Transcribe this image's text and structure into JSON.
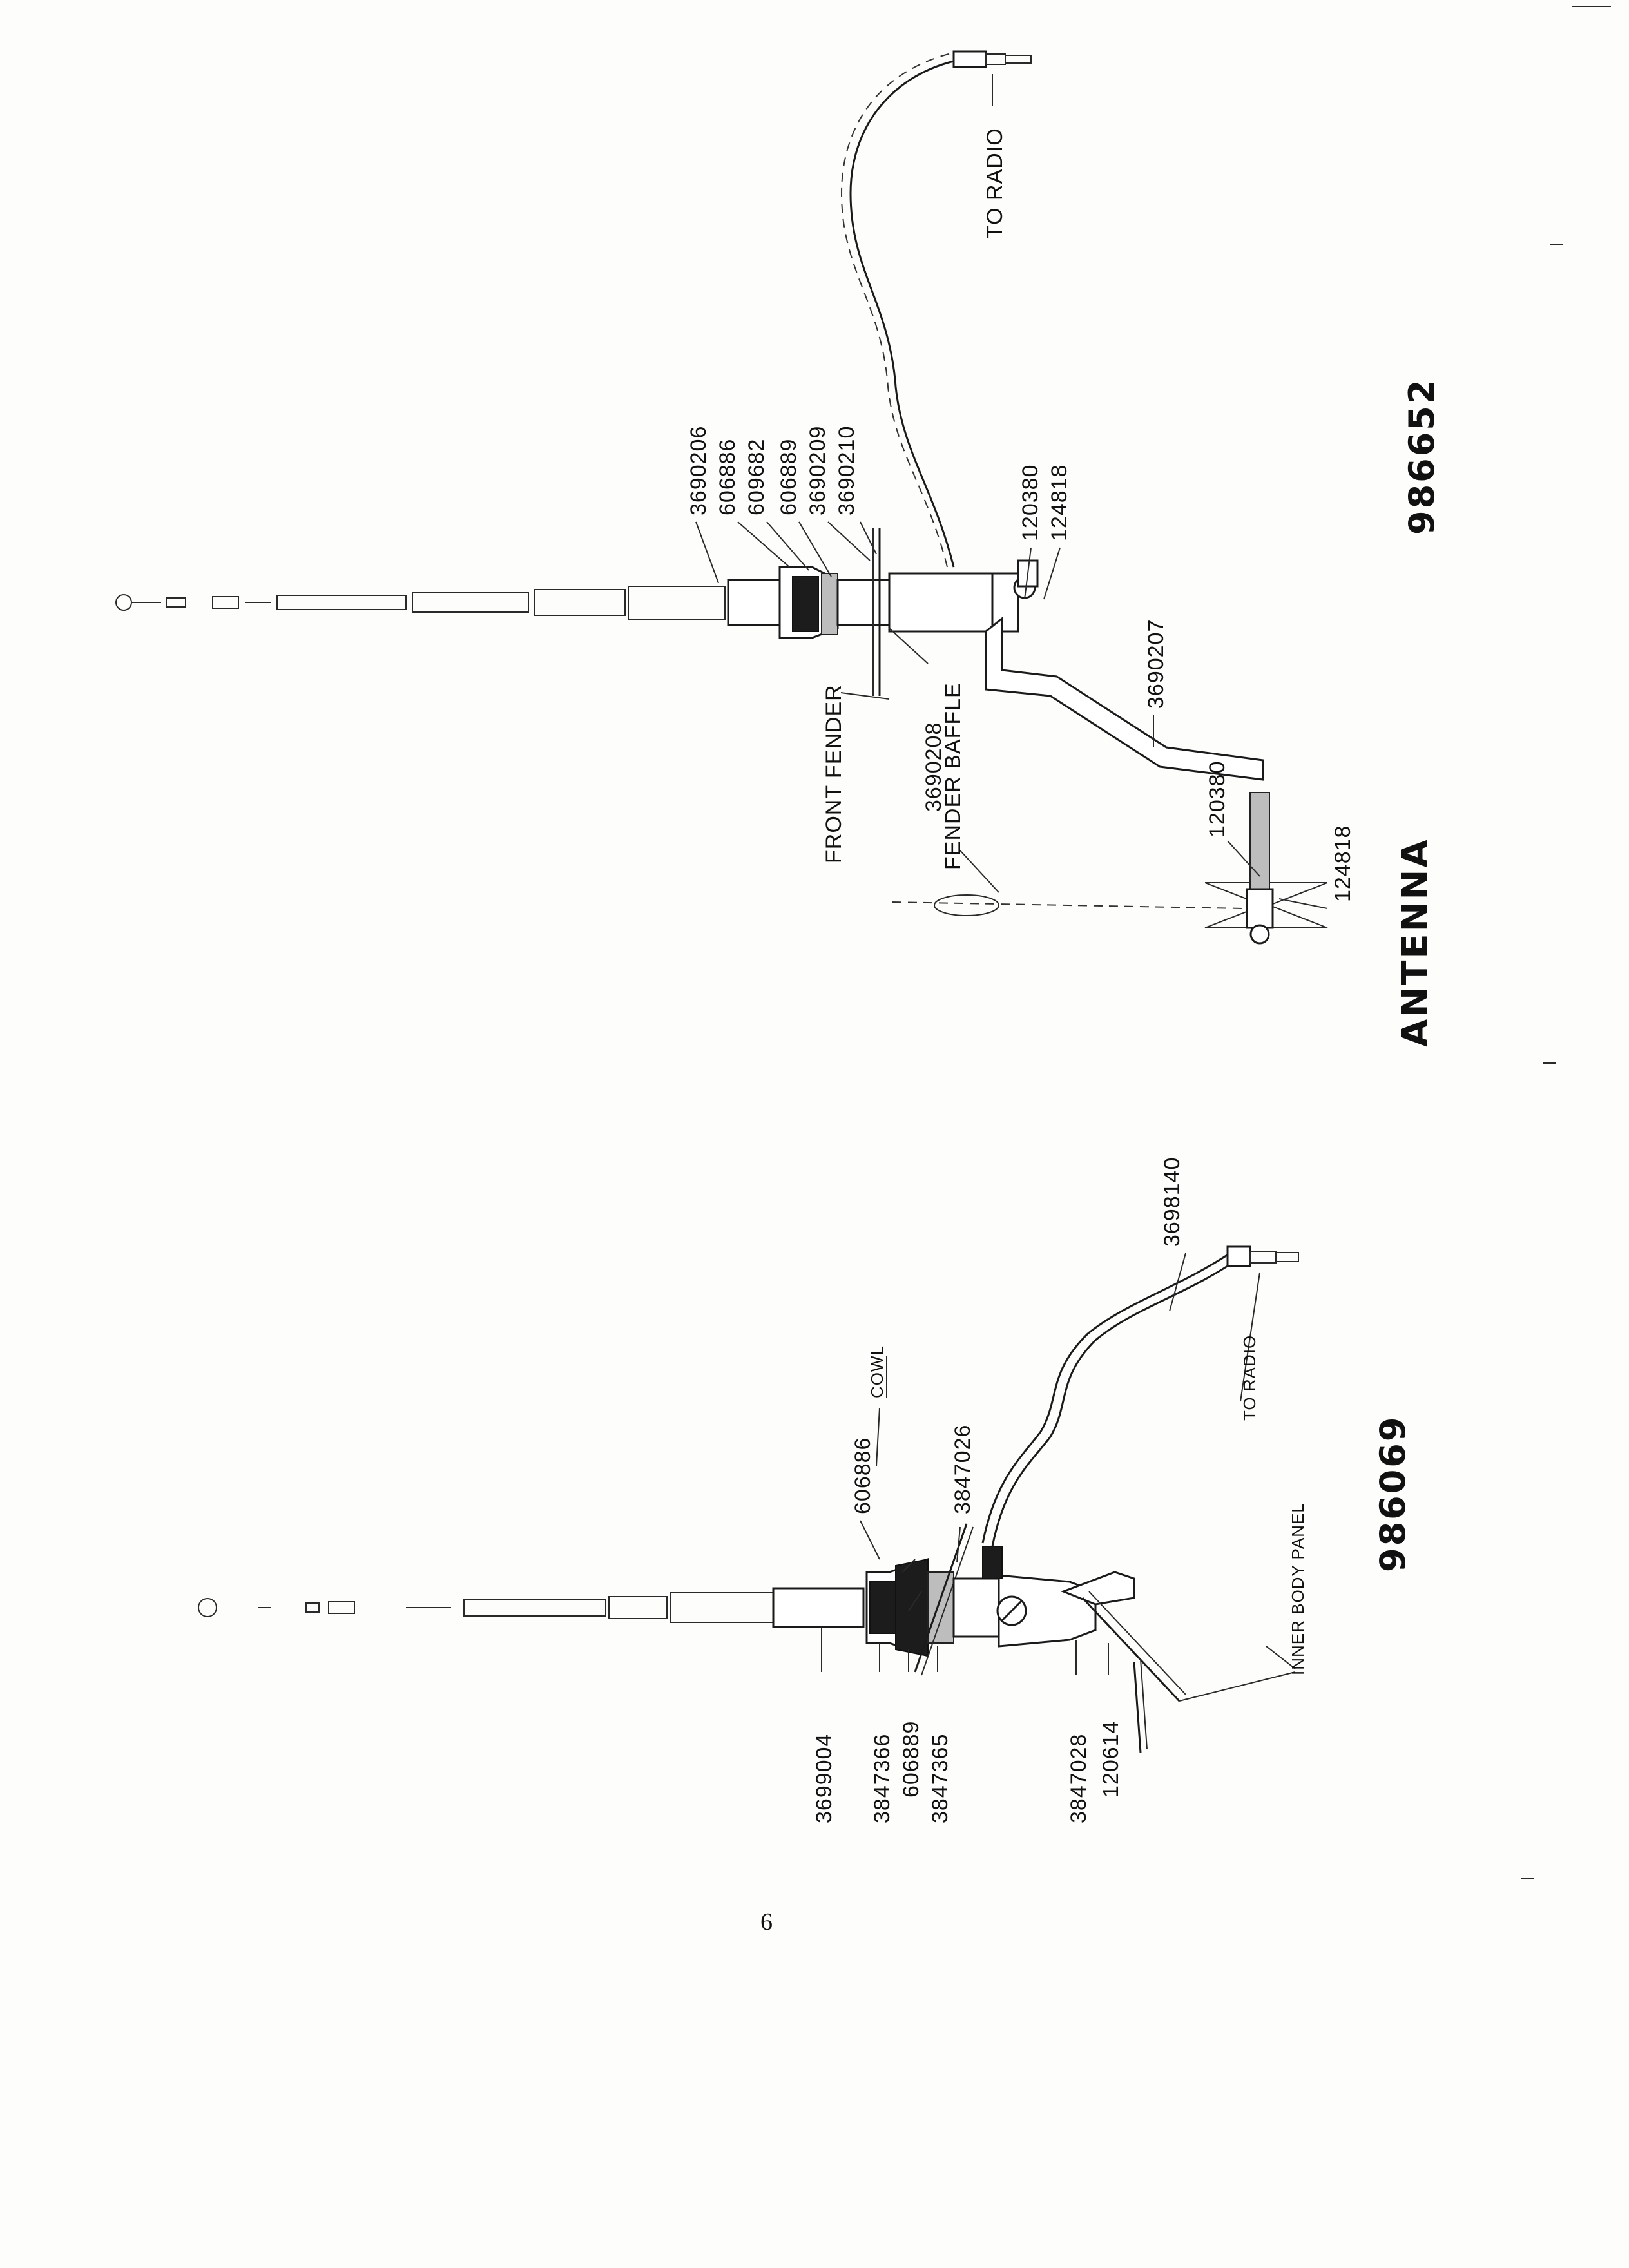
{
  "title": "ANTENNA",
  "page_number": "6",
  "top_assembly": {
    "model_number": "986652",
    "labels": {
      "p1": "3690206",
      "p2": "606886",
      "p3": "609682",
      "p4": "606889",
      "p5": "3690209",
      "p6": "3690210",
      "p7": "3690208",
      "p8": "120380",
      "p9": "124818",
      "p10": "3690207",
      "p11": "120380",
      "p12": "124818",
      "front_fender": "FRONT FENDER",
      "fender_baffle": "FENDER BAFFLE",
      "to_radio": "TO RADIO"
    }
  },
  "bottom_assembly": {
    "model_number": "986069",
    "labels": {
      "p1": "3699004",
      "p2": "3847366",
      "p3": "606889",
      "p4": "3847365",
      "p5": "606886",
      "p6": "3847026",
      "p7": "3847028",
      "p8": "120614",
      "p9": "3698140",
      "cowl": "COWL",
      "to_radio": "TO RADIO",
      "inner_body_panel": "INNER BODY PANEL"
    }
  }
}
